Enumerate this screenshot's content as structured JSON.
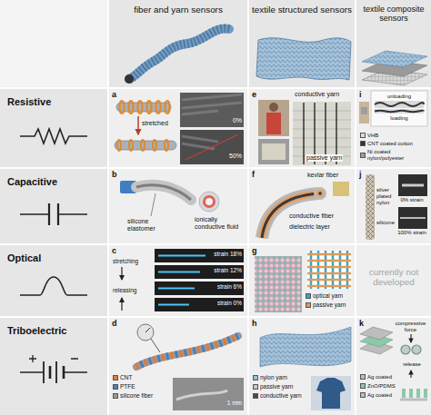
{
  "diagram": {
    "nodes": [
      {
        "text": [
          "fiber and yarn sensors"
        ]
      },
      {
        "text": [
          "textile structured sensors"
        ]
      },
      {
        "text": [
          "textile composite sensors"
        ]
      },
      {
        "text": [
          "Resistive"
        ]
      },
      {
        "text": [
          "a",
          "stretched",
          "0%",
          "50%"
        ]
      },
      {
        "text": [
          "e",
          "conductive yarn",
          "passive yarn"
        ]
      },
      {
        "text": [
          "i",
          "unloading",
          "loading"
        ]
      },
      {
        "text": [
          "Capacitive"
        ]
      },
      {
        "text": [
          "b",
          "silicone elastomer",
          "ionically conductive fluid"
        ]
      },
      {
        "text": [
          "f",
          "kevlar fiber",
          "conductive fiber",
          "dielectric layer"
        ]
      },
      {
        "text": [
          "j",
          "silver plated nylon",
          "silicone",
          "0% strain",
          "100% strain"
        ]
      },
      {
        "text": [
          "Optical"
        ]
      },
      {
        "text": [
          "c",
          "stretching",
          "releasing",
          "strain 18%",
          "strain 12%",
          "strain 6%",
          "strain 0%"
        ]
      },
      {
        "text": [
          "g"
        ]
      },
      {
        "text": [
          "currently not developed"
        ]
      },
      {
        "text": [
          "Triboelectric"
        ]
      },
      {
        "text": [
          "d",
          "1 mm"
        ]
      },
      {
        "text": [
          "h"
        ]
      },
      {
        "text": [
          "k",
          "compressive force",
          "release"
        ]
      }
    ],
    "legend": [
      {
        "text": "CNT",
        "color": "#e07b39"
      },
      {
        "text": "PTFE",
        "color": "#4a7fc1"
      },
      {
        "text": "silicone fiber",
        "color": "#9a9a9a"
      },
      {
        "text": "optical yarn",
        "color": "#3aa5c0"
      },
      {
        "text": "passive yarn",
        "color": "#e09a5a"
      },
      {
        "text": "nylon yarn",
        "color": "#8fc1e0"
      },
      {
        "text": "passive yarn",
        "color": "#c8c8c8"
      },
      {
        "text": "conductive yarn",
        "color": "#4a4a4a"
      },
      {
        "text": "VHB",
        "color": "#dadada"
      },
      {
        "text": "CNT coated cotton",
        "color": "#333333"
      },
      {
        "text": "Ni coated nylon/polyester",
        "color": "#9e9e9e"
      },
      {
        "text": "Ag coated",
        "color": "#bdbdbd"
      },
      {
        "text": "ZnO/PDMS",
        "color": "#8cc9a8"
      },
      {
        "text": "Ag coated",
        "color": "#bdbdbd"
      }
    ]
  }
}
